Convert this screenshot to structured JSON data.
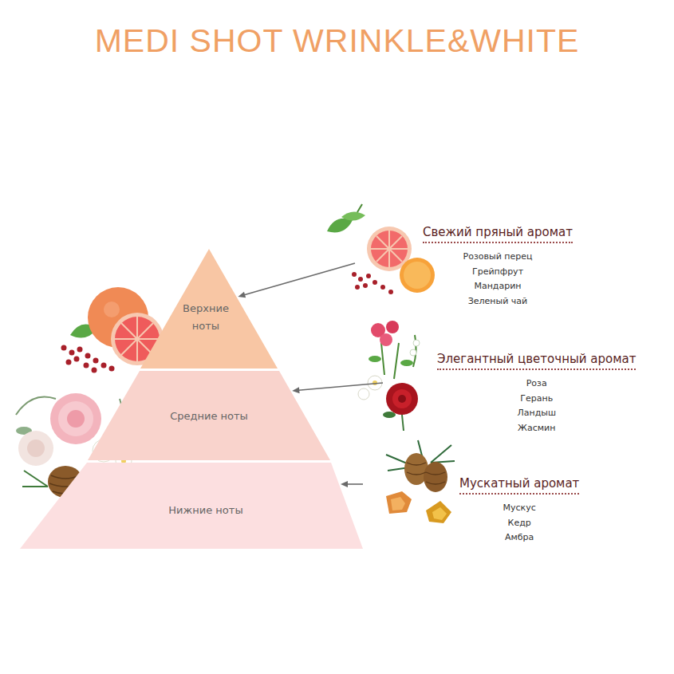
{
  "diagram": {
    "title": "MEDI SHOT WRINKLE&WHITE",
    "nodes": [
      {
        "text": [
          "Верхние ноты"
        ]
      },
      {
        "text": [
          "Средние ноты"
        ]
      },
      {
        "text": [
          "Нижние ноты"
        ]
      },
      {
        "text": [
          "Свежий пряный аромат",
          "Розовый перец",
          "Грейпфрут",
          "Мандарин",
          "Зеленый чай"
        ]
      },
      {
        "text": [
          "Элегантный цветочный аромат",
          "Роза",
          "Герань",
          "Ландыш",
          "Жасмин"
        ]
      },
      {
        "text": [
          "Мускатный аромат",
          "Мускус",
          "Кедр",
          "Амбра"
        ]
      }
    ],
    "edges": [
      {
        "from": 3,
        "to": 0,
        "arrow": "to"
      },
      {
        "from": 4,
        "to": 1,
        "arrow": "to"
      },
      {
        "from": 5,
        "to": 2,
        "arrow": "to"
      }
    ]
  }
}
